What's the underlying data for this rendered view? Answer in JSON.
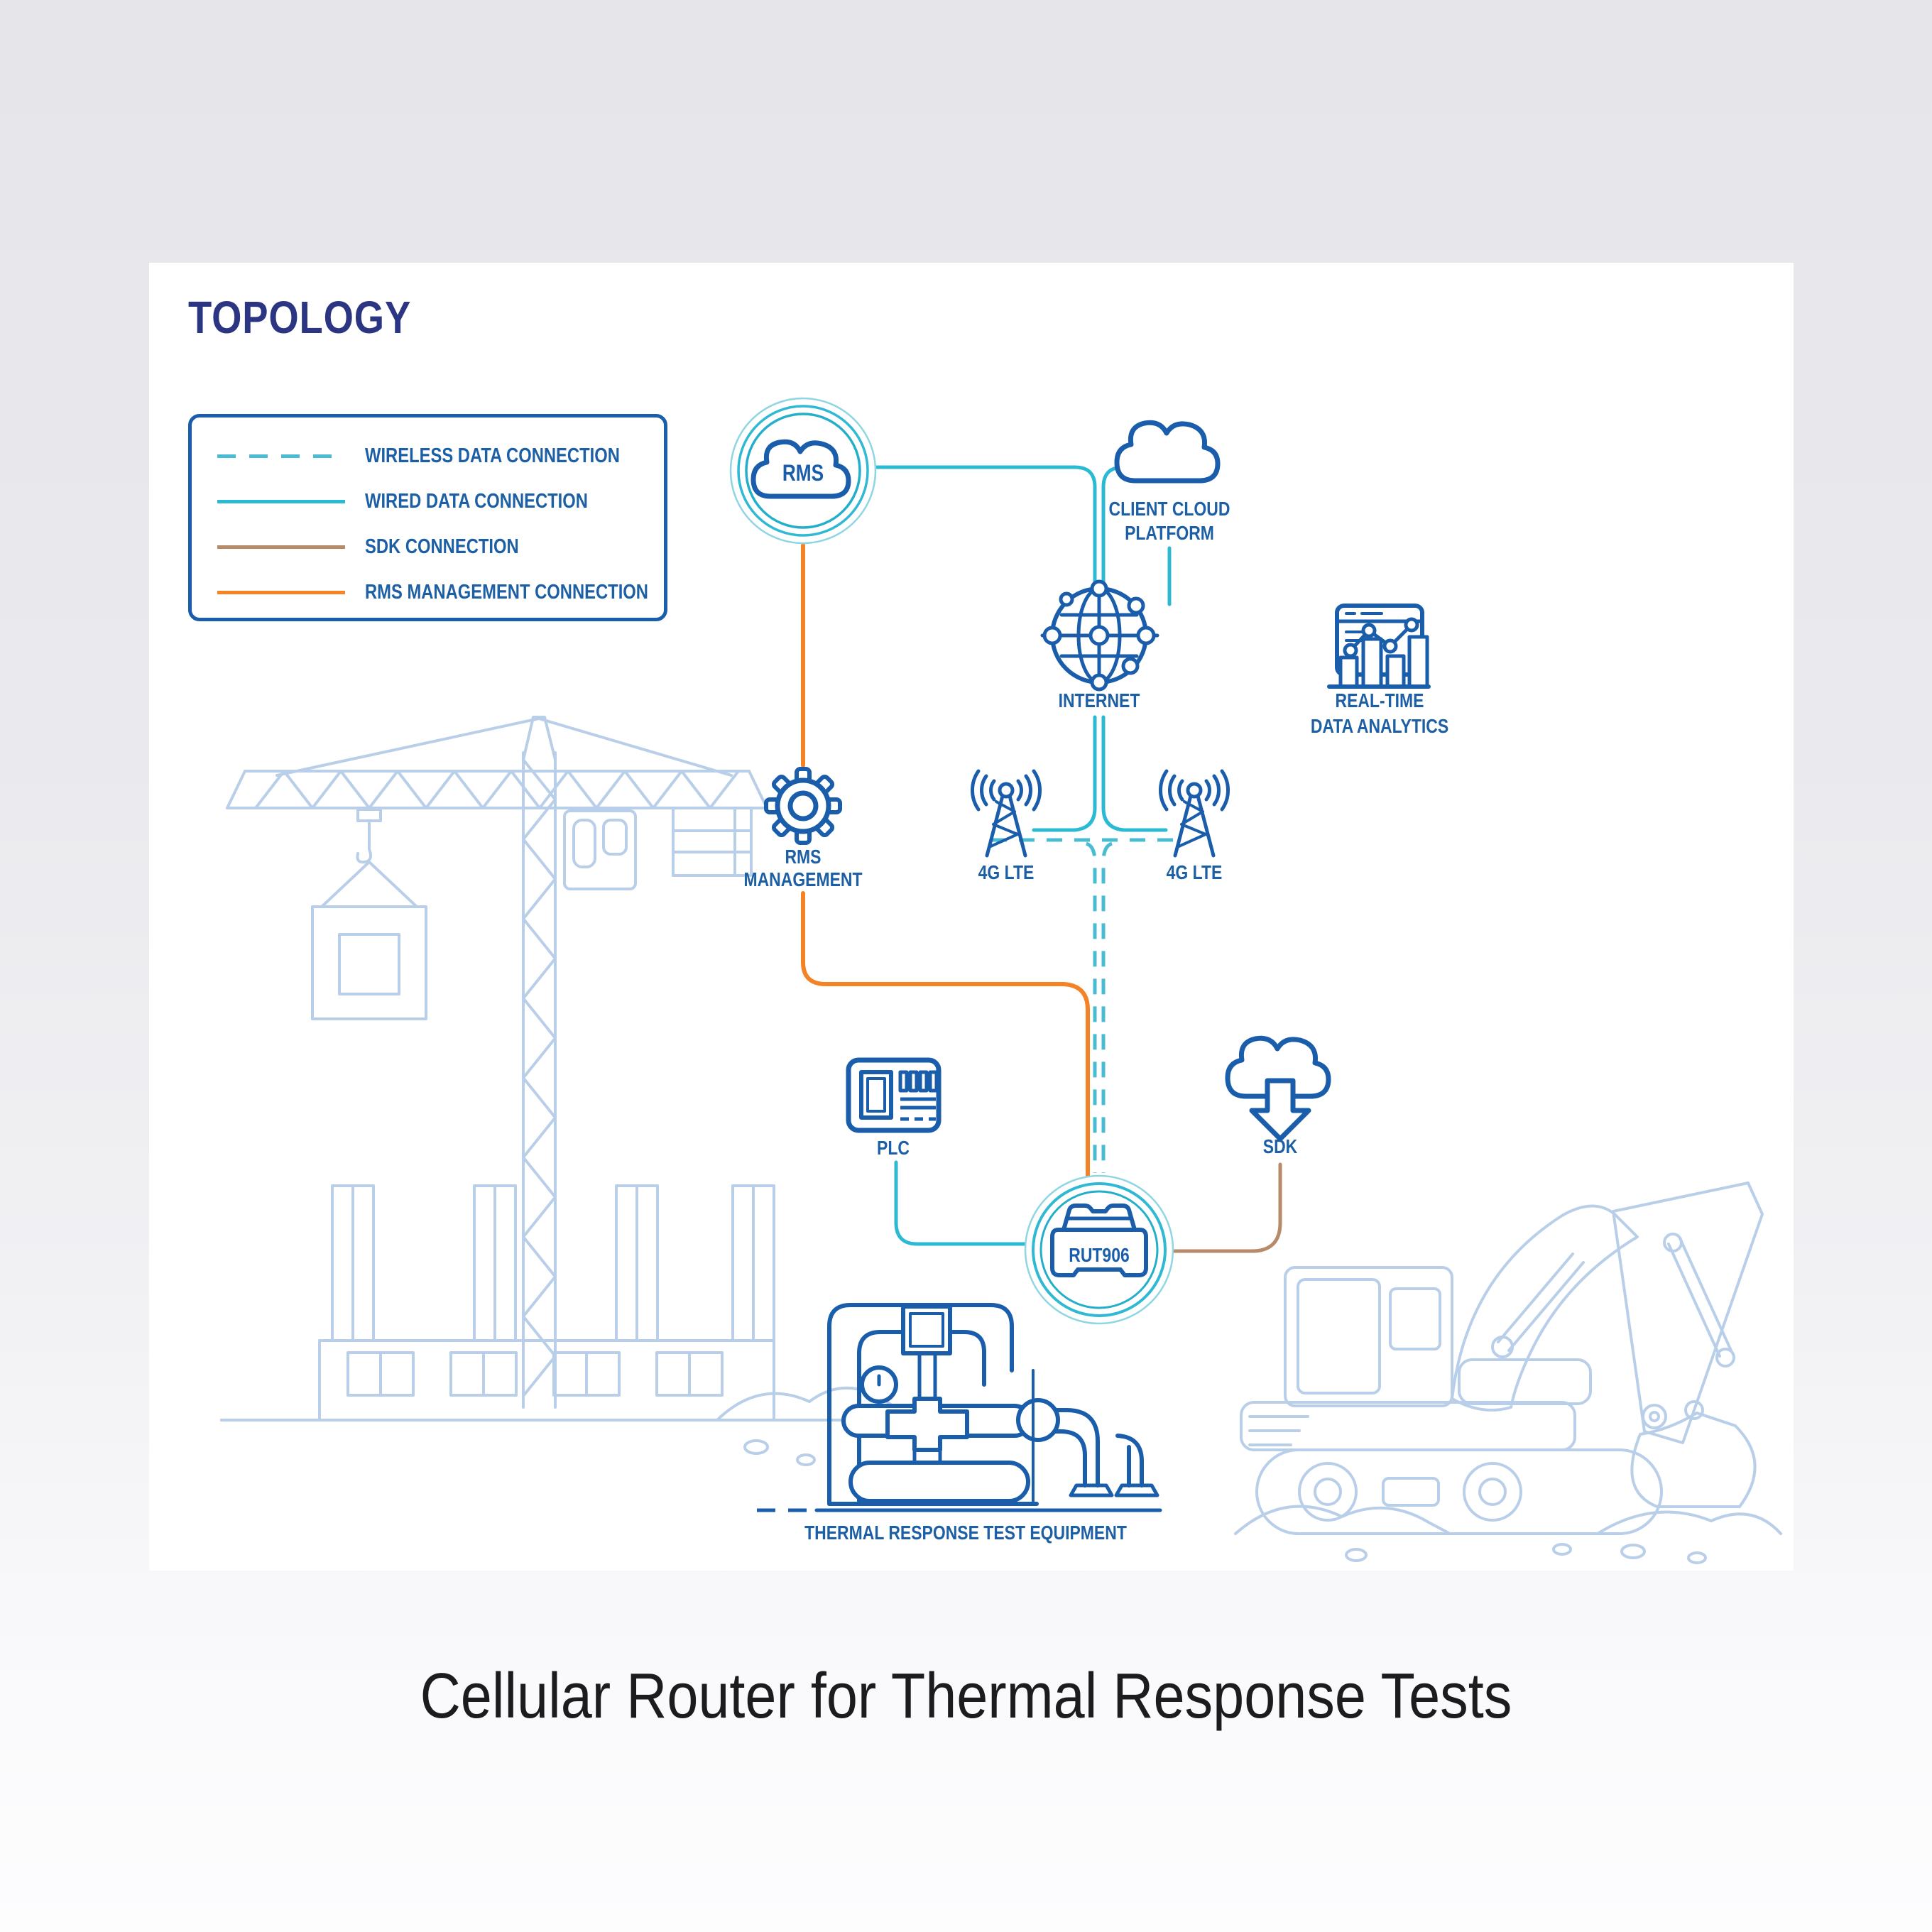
{
  "title": "TOPOLOGY",
  "caption": "Cellular Router for Thermal Response Tests",
  "legend": {
    "items": [
      {
        "label": "WIRELESS DATA CONNECTION",
        "style": "dashed",
        "color": "#49bcd3"
      },
      {
        "label": "WIRED DATA CONNECTION",
        "style": "solid",
        "color": "#2cb9d3"
      },
      {
        "label": "SDK CONNECTION",
        "style": "solid",
        "color": "#b78a69"
      },
      {
        "label": "RMS MANAGEMENT CONNECTION",
        "style": "solid",
        "color": "#f58225"
      }
    ]
  },
  "nodes": {
    "rms": {
      "label": "RMS"
    },
    "client_cloud": {
      "label_line1": "CLIENT CLOUD",
      "label_line2": "PLATFORM"
    },
    "internet": {
      "label": "INTERNET"
    },
    "analytics": {
      "label_line1": "REAL-TIME",
      "label_line2": "DATA ANALYTICS"
    },
    "rms_management": {
      "label_line1": "RMS",
      "label_line2": "MANAGEMENT"
    },
    "lte_left": {
      "label": "4G LTE"
    },
    "lte_right": {
      "label": "4G LTE"
    },
    "plc": {
      "label": "PLC"
    },
    "sdk": {
      "label": "SDK"
    },
    "router": {
      "label": "RUT906"
    },
    "equipment": {
      "label": "THERMAL RESPONSE TEST EQUIPMENT"
    }
  },
  "colors": {
    "wired": "#2cb9d3",
    "wireless": "#49bcd3",
    "sdk_connection": "#b78a69",
    "rms_management_connection": "#f58225",
    "icon_blue": "#1a5dab",
    "label_blue": "#1d5fa5",
    "title_navy": "#2b3582",
    "background_art_blue": "#b9cfe9",
    "card_background": "#ffffff"
  }
}
